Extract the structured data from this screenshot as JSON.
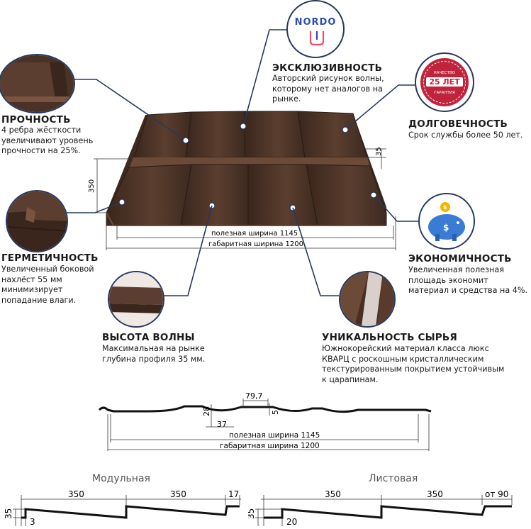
{
  "brand": {
    "logo_text": "NORDO",
    "logo_color": "#2f4fb0"
  },
  "features": {
    "exclusivity": {
      "title": "ЭКСКЛЮЗИВНОСТЬ",
      "text": "Авторский рисунок волны, которому нет аналогов на рынке."
    },
    "strength": {
      "title": "ПРОЧНОСТЬ",
      "text": "4 ребра жёсткости увеличивают уровень прочности на 25%."
    },
    "durability": {
      "title": "ДОЛГОВЕЧНОСТЬ",
      "text": "Срок службы более 50 лет."
    },
    "tightness": {
      "title": "ГЕРМЕТИЧНОСТЬ",
      "text": "Увеличенный боковой нахлёст 55 мм минимизирует попадание влаги."
    },
    "economy": {
      "title": "ЭКОНОМИЧНОСТЬ",
      "text": "Увеличенная полезная площадь экономит материал и средства на 4%."
    },
    "wave_height": {
      "title": "ВЫСОТА ВОЛНЫ",
      "text": "Максимальная на рынке глубина профиля 35 мм."
    },
    "material": {
      "title": "УНИКАЛЬНОСТЬ СЫРЬЯ",
      "text": "Южнокорейский материал класса люкс КВАРЦ с роскошным кристаллическим текстурированным покрытием устойчивым к царапинам."
    }
  },
  "badge": {
    "top": "КАЧЕСТВО",
    "main": "25 ЛЕТ",
    "bottom": "ГАРАНТИЯ"
  },
  "sheet_dims": {
    "useful_width": "полезная ширина 1145",
    "total_width": "габаритная ширина 1200",
    "height": "350",
    "step": "35"
  },
  "profile_dims": {
    "pitch": "79,7",
    "depth": "28",
    "five": "5",
    "thirty_seven": "37",
    "useful_width": "полезная ширина 1145",
    "total_width": "габаритная ширина 1200"
  },
  "modular": {
    "caption": "Модульная",
    "d1": "350",
    "d2": "350",
    "d3": "17",
    "h": "35",
    "s": "3"
  },
  "sheet": {
    "caption": "Листовая",
    "d1": "350",
    "d2": "350",
    "d3": "от 90",
    "h": "35",
    "s": "20"
  },
  "colors": {
    "roof": "#4a3226",
    "roof_light": "#6b4a38",
    "navy": "#27385e",
    "badge_red": "#c0243c"
  }
}
